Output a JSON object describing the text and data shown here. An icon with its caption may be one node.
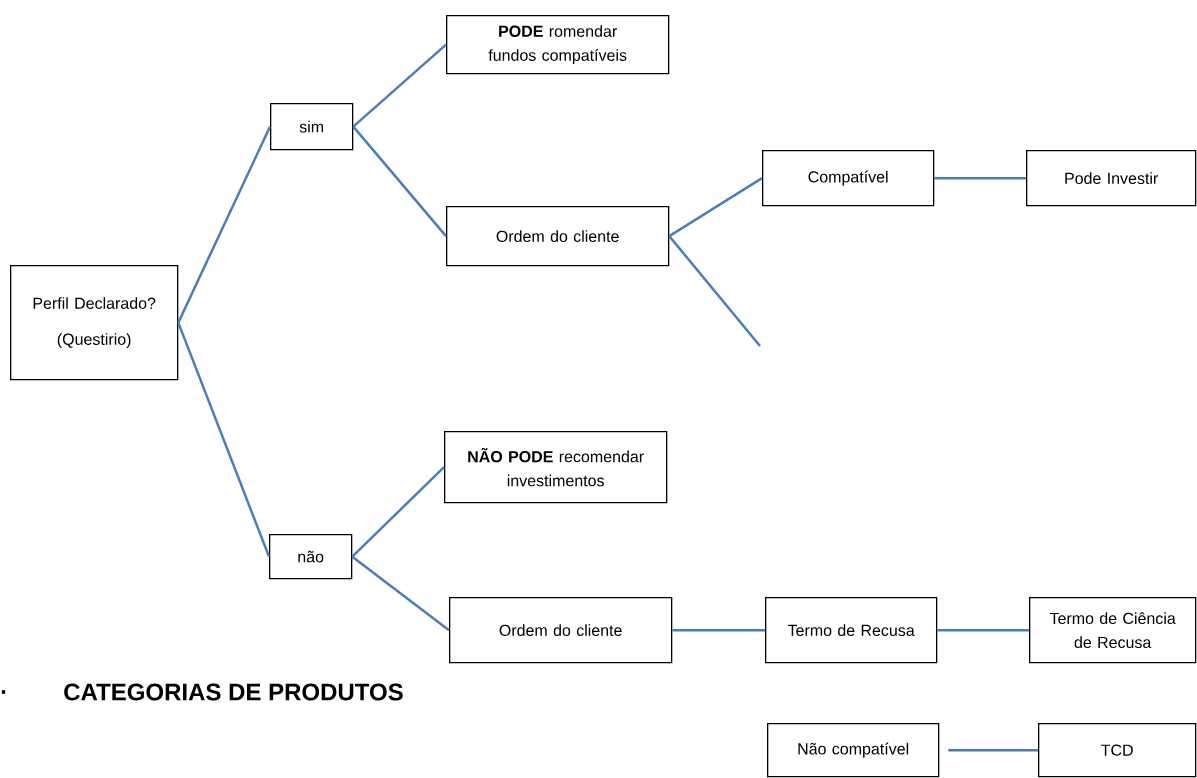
{
  "diagram": {
    "nodes": [
      {
        "text": [
          "Perfil Declarado?",
          "(Questirio)"
        ]
      },
      {
        "text": [
          "sim"
        ]
      },
      {
        "text": [
          "**PODE** romendar fundos compatíveis"
        ]
      },
      {
        "text": [
          "Ordem do cliente"
        ]
      },
      {
        "text": [
          "Compatível"
        ]
      },
      {
        "text": [
          "Pode Investir"
        ]
      },
      {
        "text": [
          "**NÃO PODE** recomendar investimentos"
        ]
      },
      {
        "text": [
          "não"
        ]
      },
      {
        "text": [
          "Ordem do cliente"
        ]
      },
      {
        "text": [
          "Termo de Recusa"
        ]
      },
      {
        "text": [
          "Termo de Ciência de Recusa"
        ]
      },
      {
        "text": [
          "Não compatível"
        ]
      },
      {
        "text": [
          "TCD"
        ]
      }
    ],
    "edges": [
      {
        "from": 0,
        "to": 1,
        "arrow": "none"
      },
      {
        "from": 1,
        "to": 2,
        "arrow": "none"
      },
      {
        "from": 1,
        "to": 3,
        "arrow": "none"
      },
      {
        "from": 3,
        "to": 4,
        "arrow": "none"
      },
      {
        "from": 4,
        "to": 5,
        "arrow": "none"
      },
      {
        "from": 3,
        "to": null,
        "arrow": "none"
      },
      {
        "from": 0,
        "to": 7,
        "arrow": "none"
      },
      {
        "from": 7,
        "to": 6,
        "arrow": "none"
      },
      {
        "from": 7,
        "to": 8,
        "arrow": "none"
      },
      {
        "from": 8,
        "to": 9,
        "arrow": "none"
      },
      {
        "from": 9,
        "to": 10,
        "arrow": "none"
      },
      {
        "from": 11,
        "to": 12,
        "arrow": "none"
      }
    ],
    "labels": [
      ".",
      "CATEGORIAS DE PRODUTOS"
    ]
  }
}
